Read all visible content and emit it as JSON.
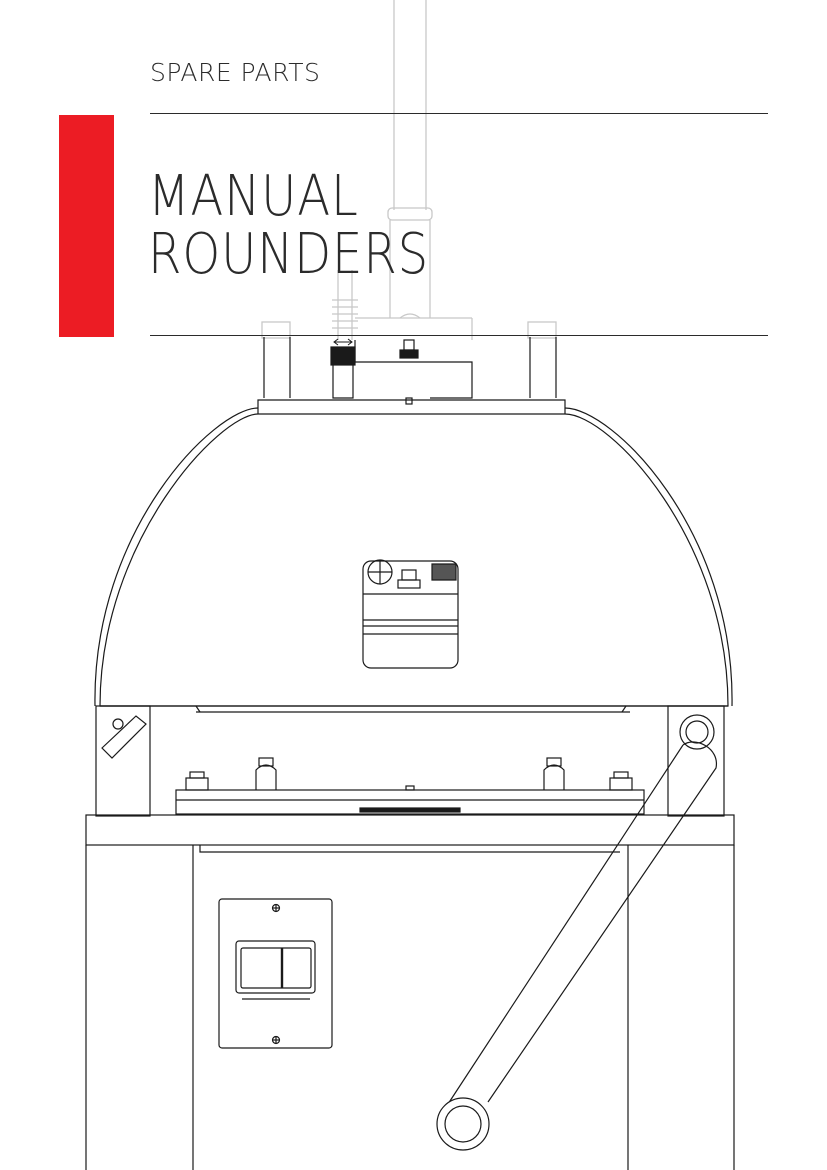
{
  "header": {
    "overline": "SPARE PARTS",
    "title_line_1": "MANUAL",
    "title_line_2": "ROUNDERS"
  },
  "colors": {
    "accent": "#ec1c24",
    "text": "#2b2b2b",
    "line_art": "#1a1a1a",
    "faded_line_art": "#c8c8c8"
  },
  "illustration": {
    "icon": "manual-rounder-machine-line-drawing"
  }
}
